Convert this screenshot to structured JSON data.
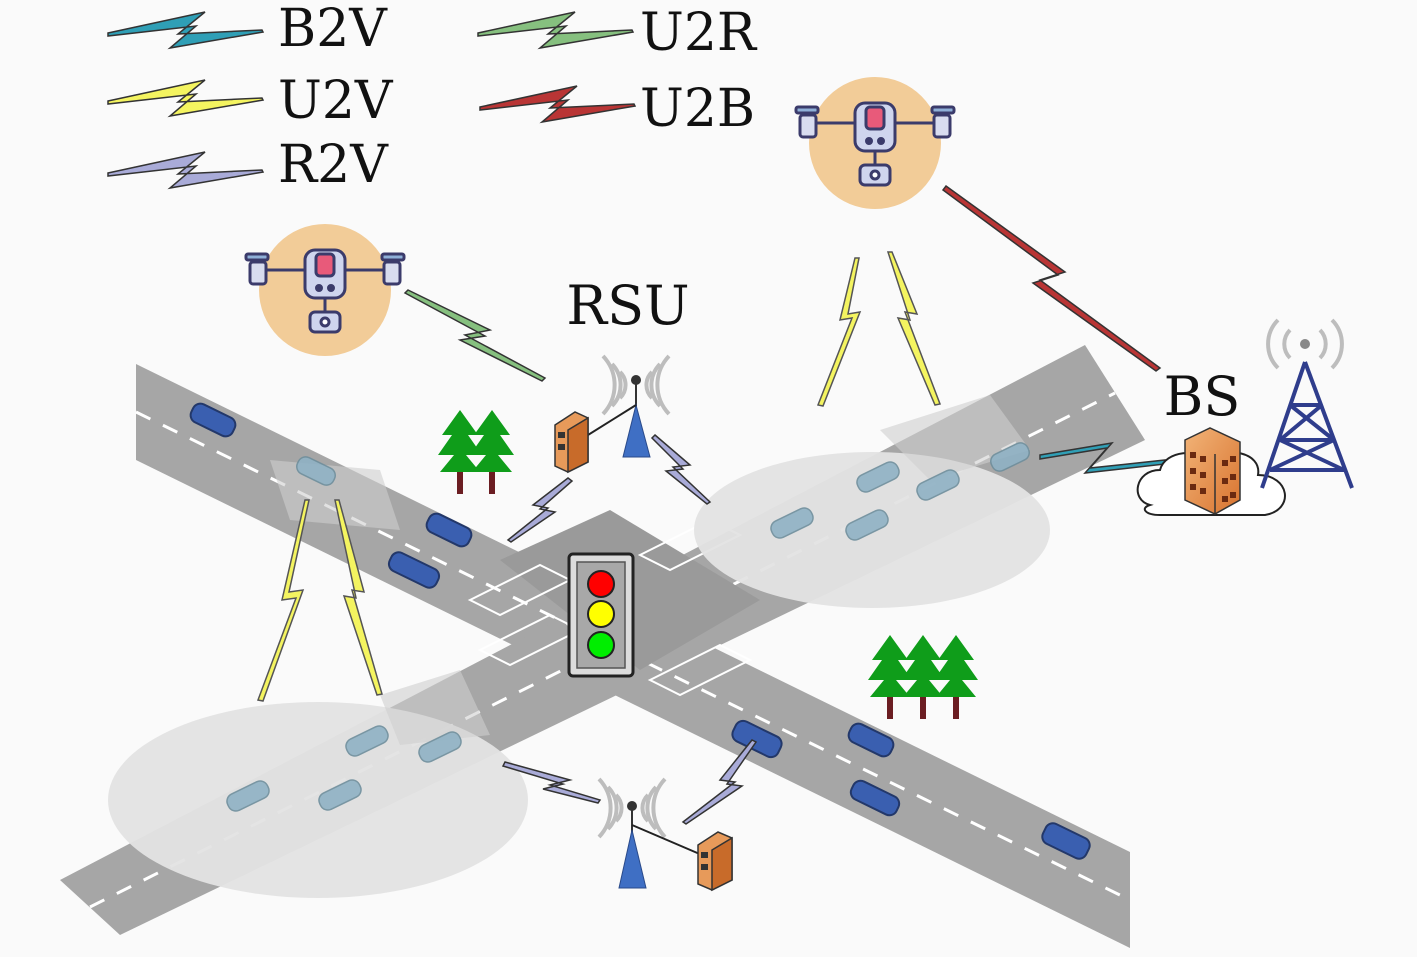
{
  "legend": {
    "items": [
      {
        "label": "B2V",
        "color": "#2f9fb6"
      },
      {
        "label": "U2V",
        "color": "#f4f460"
      },
      {
        "label": "R2V",
        "color": "#a9abd8"
      },
      {
        "label": "U2R",
        "color": "#86c07f"
      },
      {
        "label": "U2B",
        "color": "#b93535"
      }
    ]
  },
  "labels": {
    "rsu": "RSU",
    "bs": "BS"
  },
  "traffic_light": {
    "colors": [
      "#ff0000",
      "#ffff00",
      "#00ee00"
    ]
  },
  "palette": {
    "road": "#a6a6a6",
    "coverage": "#e3e3e3",
    "drone_halo": "#f2cc98",
    "tree": "#0f9d1a",
    "vehicle_blue": "#3a5fb0",
    "tower": "#2f3d8c",
    "building": "#e79a5a"
  }
}
